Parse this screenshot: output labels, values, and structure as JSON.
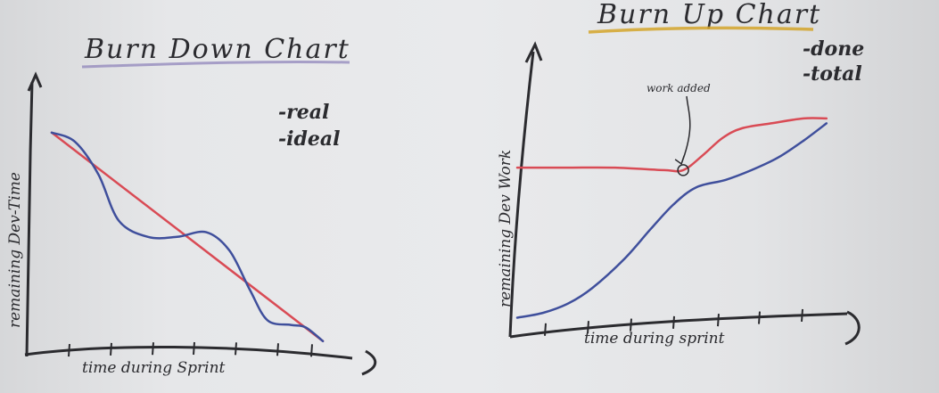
{
  "colors": {
    "real": "#3f4f9c",
    "ideal": "#d94b55",
    "done": "#3f4f9c",
    "total": "#d94b55",
    "ink": "#2b2b2f",
    "underline_left": "#8a7fb8",
    "underline_right": "#d4a52a"
  },
  "chart_data": [
    {
      "type": "line",
      "title": "Burn Down Chart",
      "xlabel": "time during Sprint",
      "ylabel": "remaining Dev-Time",
      "xlim": [
        0,
        10
      ],
      "ylim": [
        0,
        100
      ],
      "grid": false,
      "legend_position": "top-right",
      "series": [
        {
          "name": "real",
          "color_key": "real",
          "x": [
            0,
            0.8,
            1.6,
            2.3,
            3.3,
            4.3,
            5.3,
            6.1,
            6.8,
            7.4,
            8.2,
            8.7,
            9.3
          ],
          "y": [
            92,
            88,
            74,
            54,
            47,
            47,
            49,
            41,
            24,
            11,
            9,
            8,
            2
          ]
        },
        {
          "name": "ideal",
          "color_key": "ideal",
          "x": [
            0,
            9.3
          ],
          "y": [
            92,
            2
          ]
        }
      ]
    },
    {
      "type": "line",
      "title": "Burn Up Chart",
      "xlabel": "time during sprint",
      "ylabel": "remaining Dev Work",
      "xlim": [
        0,
        10
      ],
      "ylim": [
        0,
        100
      ],
      "grid": false,
      "legend_position": "top-right",
      "annotations": [
        {
          "text": "work added",
          "x": 5.1,
          "y": 62
        }
      ],
      "series": [
        {
          "name": "done",
          "color_key": "done",
          "x": [
            0,
            0.8,
            1.6,
            2.3,
            3.3,
            4.1,
            4.8,
            5.5,
            6.4,
            7.2,
            8.0,
            8.8,
            9.5
          ],
          "y": [
            2,
            4,
            8,
            14,
            26,
            38,
            48,
            55,
            58,
            62,
            67,
            74,
            81
          ]
        },
        {
          "name": "total",
          "color_key": "total",
          "x": [
            0,
            1.5,
            3.0,
            4.5,
            5.1,
            5.7,
            6.3,
            6.9,
            7.8,
            8.8,
            9.5
          ],
          "y": [
            63,
            63,
            63,
            62,
            62,
            68,
            75,
            79,
            81,
            83,
            83
          ]
        }
      ]
    }
  ]
}
